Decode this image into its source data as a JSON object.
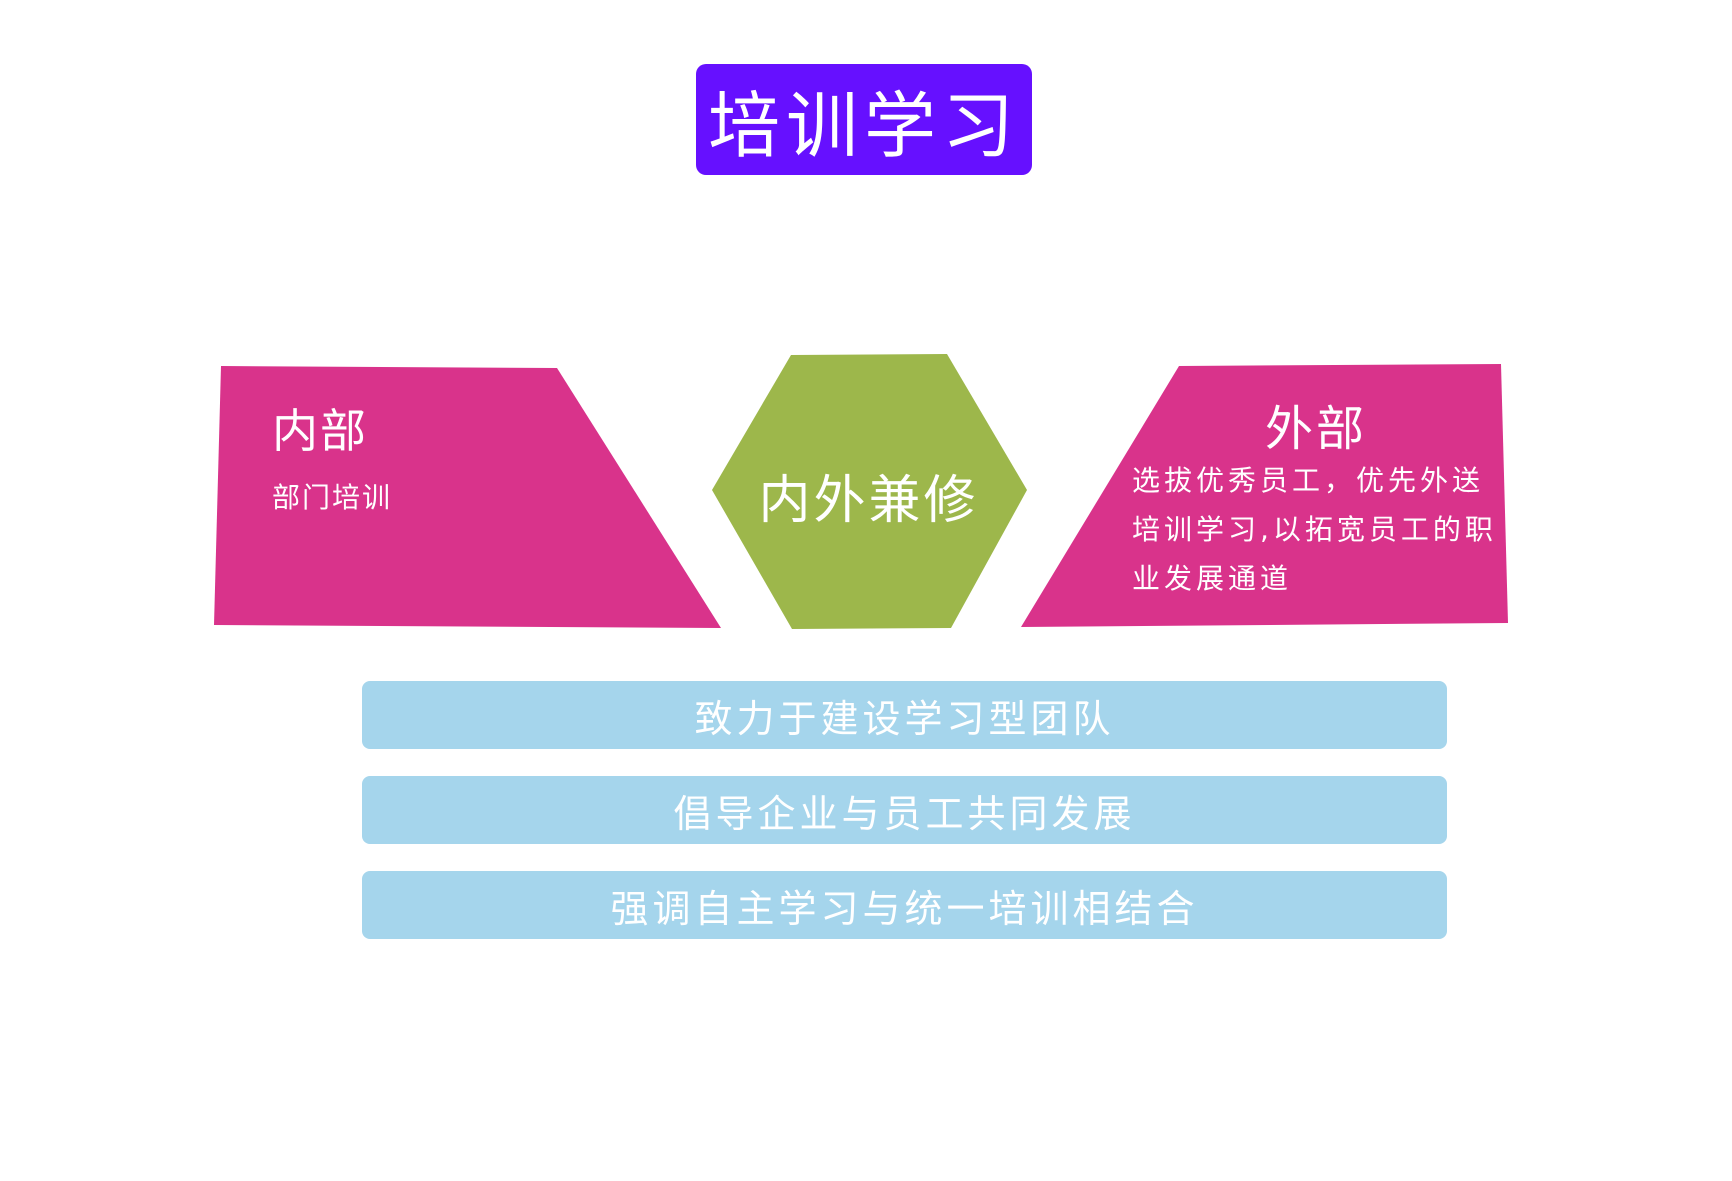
{
  "title": "培训学习",
  "colors": {
    "title_bg": "#6610ff",
    "side_panel": "#d9338b",
    "hexagon": "#9db74b",
    "bar": "#a5d5ec",
    "text": "#ffffff"
  },
  "left_panel": {
    "heading": "内部",
    "subtext": "部门培训"
  },
  "center_hexagon": {
    "label": "内外兼修"
  },
  "right_panel": {
    "heading": "外部",
    "body": "选拔优秀员工，优先外送培训学习,以拓宽员工的职业发展通道"
  },
  "bars": [
    {
      "text": "致力于建设学习型团队"
    },
    {
      "text": "倡导企业与员工共同发展"
    },
    {
      "text": "强调自主学习与统一培训相结合"
    }
  ]
}
